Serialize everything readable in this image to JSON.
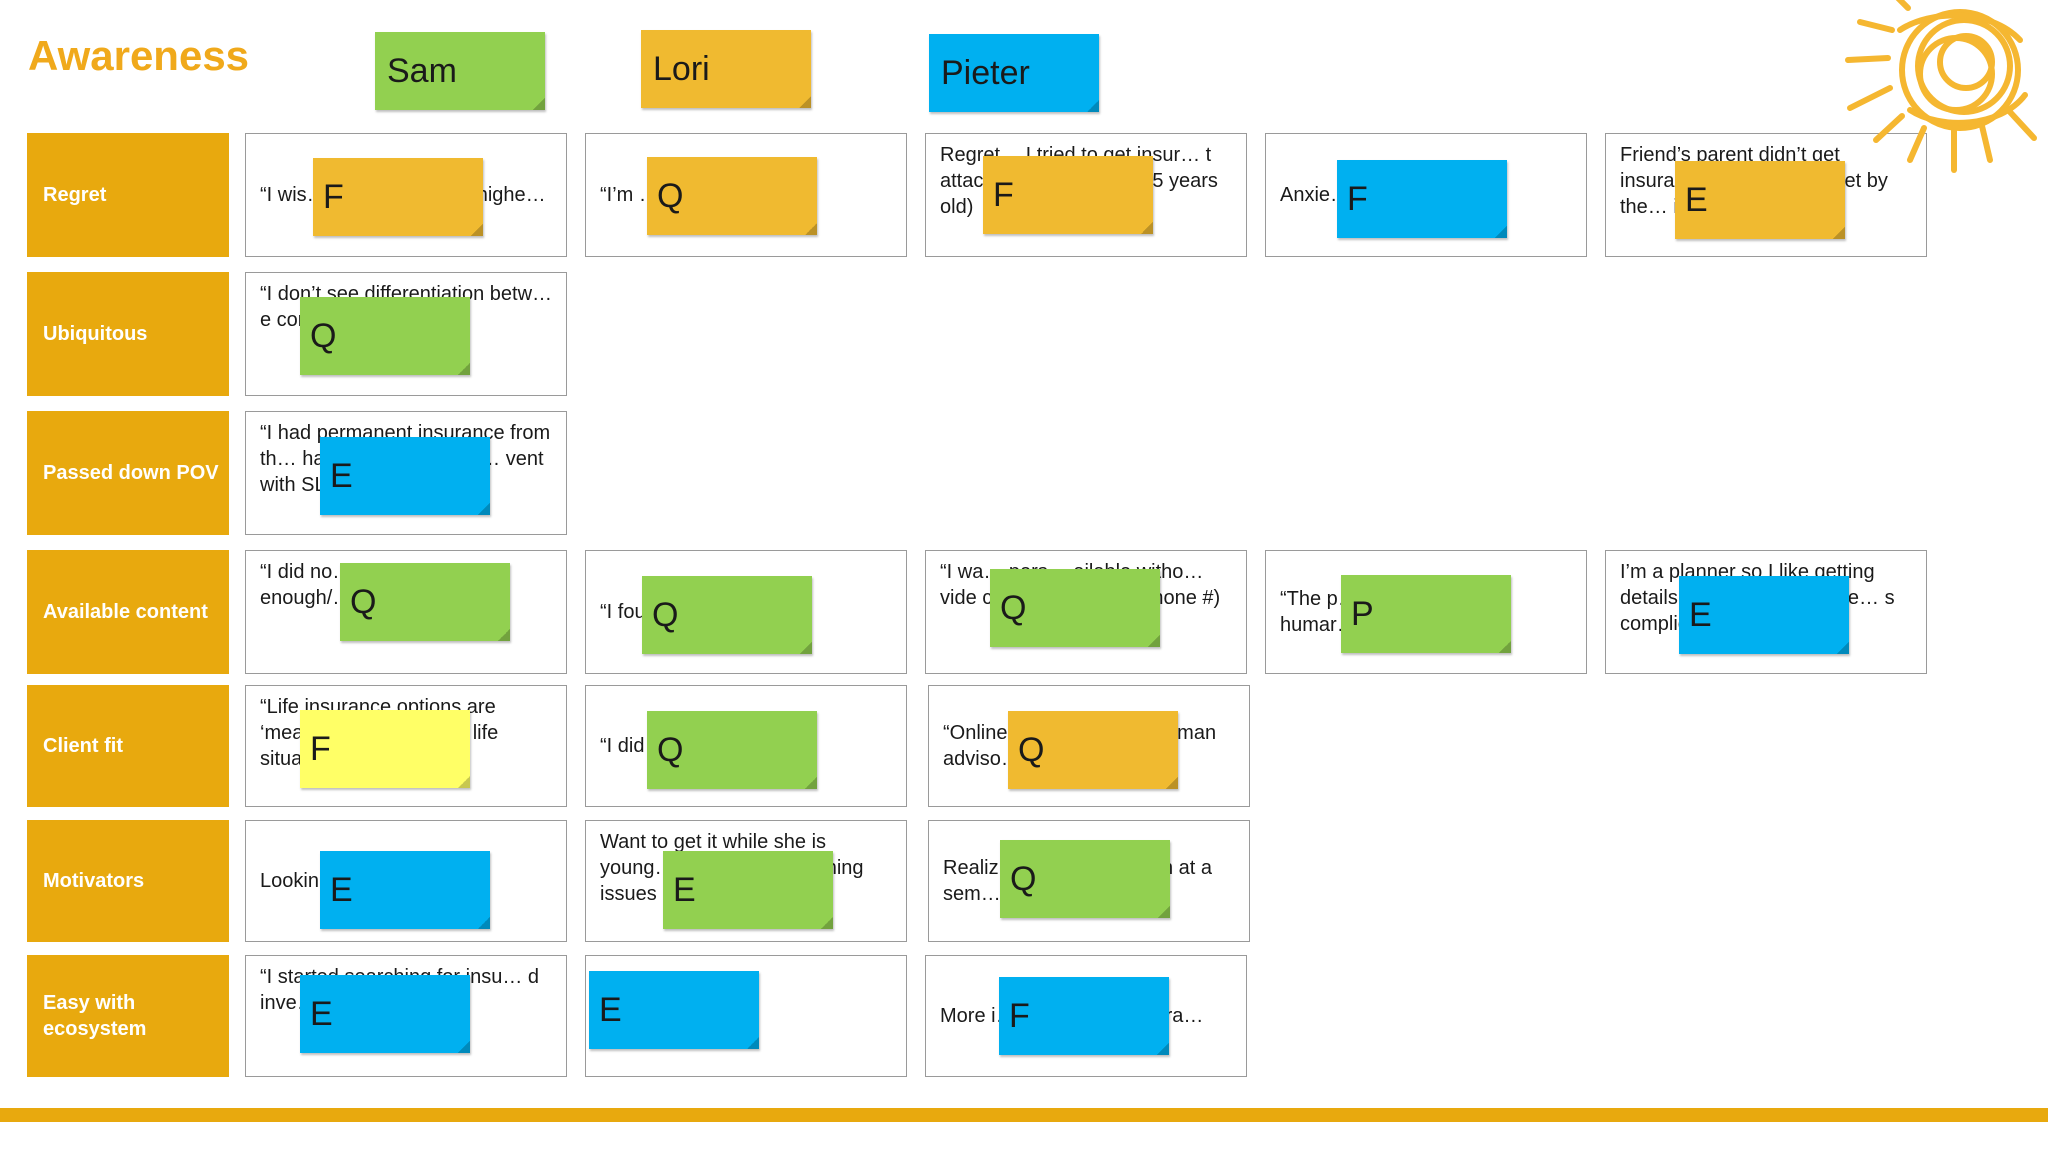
{
  "title": "Awareness",
  "legend": [
    {
      "name": "Sam",
      "color": "#92D050"
    },
    {
      "name": "Lori",
      "color": "#F0BA30"
    },
    {
      "name": "Pieter",
      "color": "#00B0F0"
    }
  ],
  "colors": {
    "accent": "#E8A90E",
    "title": "#F0A91B",
    "green": "#92D050",
    "orange": "#F0BA30",
    "blue": "#00B0F0",
    "yellow": "#FFFF66"
  },
  "rows": [
    {
      "label": "Regret",
      "cards": [
        {
          "text": "“I wis… was young… re highe…",
          "note": "F",
          "color": "orange"
        },
        {
          "text": "“I’m … mista…",
          "note": "Q",
          "color": "orange"
        },
        {
          "text": "Regret… I tried to get insur… t attack, as pr… o high (45 years old)",
          "note": "F",
          "color": "orange"
        },
        {
          "text": "Anxie… increa… (30, fi…",
          "note": "F",
          "color": "blue"
        },
        {
          "text": "Friend’s parent didn’t get insura… a major… o regret by the… idn’t get it younger",
          "note": "E",
          "color": "orange"
        }
      ]
    },
    {
      "label": "Ubiquitous",
      "cards": [
        {
          "text": "“I don’t see differentiation betw… e com… ll the same",
          "note": "Q",
          "color": "green"
        }
      ]
    },
    {
      "label": "Passed down POV",
      "cards": [
        {
          "text": "“I had permanent insurance from th… had in place. additio… vent with SL for term”",
          "note": "E",
          "color": "blue"
        }
      ]
    },
    {
      "label": "Available content",
      "cards": [
        {
          "text": "“I did no… ce websites… enough/… information”",
          "note": "Q",
          "color": "green"
        },
        {
          "text": "“I fou… too gene… n”",
          "note": "Q",
          "color": "green"
        },
        {
          "text": "“I wa… pers… ailable witho… vide contact info (e.g., phone #)",
          "note": "Q",
          "color": "green"
        },
        {
          "text": "“The p… nt of the pla… n- humar… and”",
          "note": "P",
          "color": "green"
        },
        {
          "text": "I’m a planner so I like getting details… e phone… advice… s complicated",
          "note": "E",
          "color": "blue"
        }
      ]
    },
    {
      "label": "Client fit",
      "cards": [
        {
          "text": "“Life insurance options are ‘mean… es’ and do… y life situatio…",
          "note": "F",
          "color": "yellow"
        },
        {
          "text": "“I did… finan… (Inco…",
          "note": "Q",
          "color": "green"
        },
        {
          "text": "“Online… more effort th… man adviso…",
          "note": "Q",
          "color": "orange"
        }
      ]
    },
    {
      "label": "Motivators",
      "cards": [
        {
          "text": "Lookin… his work o…",
          "note": "E",
          "color": "blue"
        },
        {
          "text": "Want to get it while she is young… good plan b… aining issues",
          "note": "E",
          "color": "green"
        },
        {
          "text": "Realiz… rage during… on at a sem…",
          "note": "Q",
          "color": "green"
        }
      ]
    },
    {
      "label": "Easy with ecosystem",
      "cards": [
        {
          "text": "“I started searching for insu… d inve… sn’t available",
          "note": "E",
          "color": "blue"
        },
        {
          "text": "… s of … place",
          "note": "E",
          "color": "blue"
        },
        {
          "text": "More i… th previo… covera…",
          "note": "F",
          "color": "blue"
        }
      ]
    }
  ]
}
